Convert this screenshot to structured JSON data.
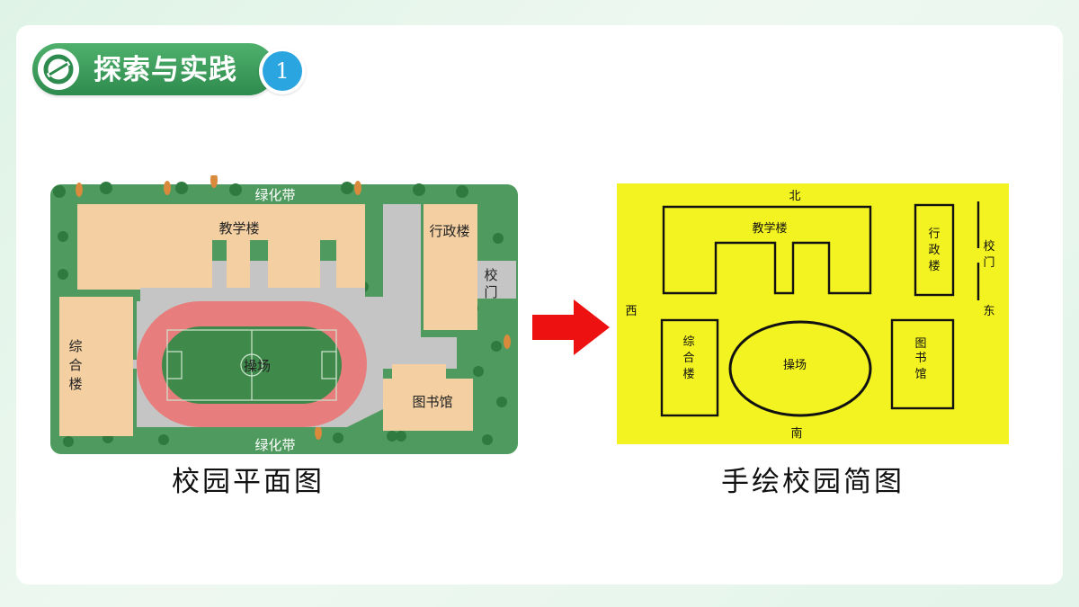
{
  "header": {
    "title": "探索与实践",
    "badge": "1"
  },
  "left_figure": {
    "caption": "校园平面图",
    "labels": {
      "green_top": "绿化带",
      "green_bottom": "绿化带",
      "teaching": "教学楼",
      "admin": "行政楼",
      "gate_1": "校",
      "gate_2": "门",
      "complex_1": "综",
      "complex_2": "合",
      "complex_3": "楼",
      "field": "操场",
      "library": "图书馆"
    }
  },
  "right_figure": {
    "caption": "手绘校园简图",
    "labels": {
      "north": "北",
      "south": "南",
      "west": "西",
      "east": "东",
      "teaching": "教学楼",
      "admin_1": "行",
      "admin_2": "政",
      "admin_3": "楼",
      "gate_1": "校",
      "gate_2": "门",
      "complex_1": "综",
      "complex_2": "合",
      "complex_3": "楼",
      "field": "操场",
      "library_1": "图",
      "library_2": "书",
      "library_3": "馆"
    }
  },
  "colors": {
    "accent_green": "#3a9d5d",
    "badge_blue": "#2aa5e0",
    "arrow_red": "#ee1111",
    "sketch_yellow": "#f3f321"
  }
}
